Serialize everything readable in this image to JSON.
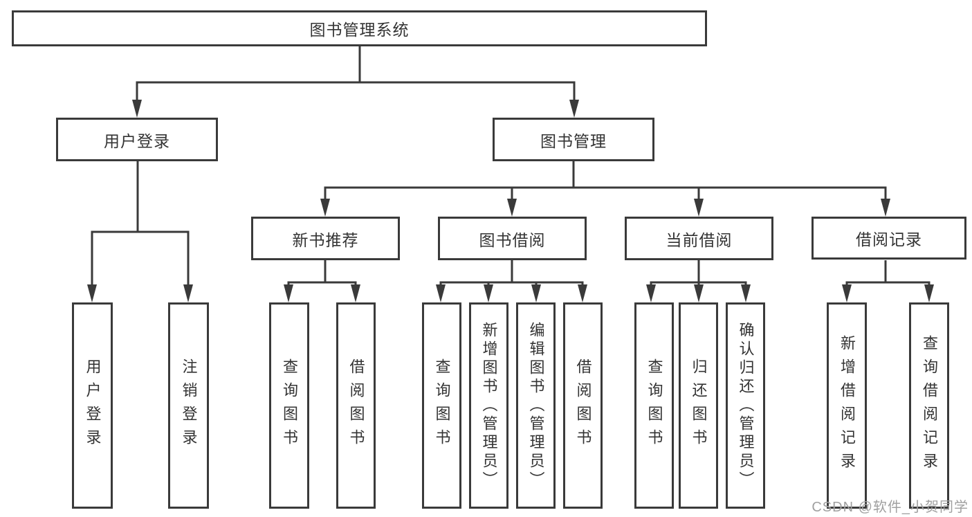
{
  "diagram_title": "图书管理系统",
  "nodes": {
    "root": "图书管理系统",
    "user_login_group": "用户登录",
    "book_management": "图书管理",
    "new_book_recommend": "新书推荐",
    "book_borrow": "图书借阅",
    "current_borrow": "当前借阅",
    "borrow_records": "借阅记录",
    "user_login": "用户登录",
    "logout": "注销登录",
    "nb_query_books": "查询图书",
    "nb_borrow_books": "借阅图书",
    "bb_query_books": "查询图书",
    "bb_add_books": "新增图书（管理员）",
    "bb_edit_books": "编辑图书（管理员）",
    "bb_borrow_books": "借阅图书",
    "cb_query_books": "查询图书",
    "cb_return_books": "归还图书",
    "cb_confirm_return": "确认归还（管理员）",
    "br_add_record": "新增借阅记录",
    "br_query_record": "查询借阅记录"
  },
  "hierarchy": {
    "图书管理系统": {
      "用户登录": [
        "用户登录",
        "注销登录"
      ],
      "图书管理": {
        "新书推荐": [
          "查询图书",
          "借阅图书"
        ],
        "图书借阅": [
          "查询图书",
          "新增图书（管理员）",
          "编辑图书（管理员）",
          "借阅图书"
        ],
        "当前借阅": [
          "查询图书",
          "归还图书",
          "确认归还（管理员）"
        ],
        "借阅记录": [
          "新增借阅记录",
          "查询借阅记录"
        ]
      }
    }
  },
  "watermark": {
    "text": "CSDN @软件_小贺同学"
  },
  "colors": {
    "line": "#3a3a3a",
    "text": "#333333",
    "watermark": "#a0a0a0",
    "background": "#ffffff"
  }
}
